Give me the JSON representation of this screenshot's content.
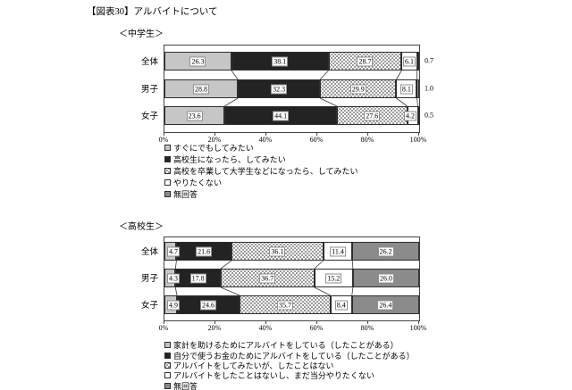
{
  "page": {
    "title": "【図表30】アルバイトについて"
  },
  "palette": {
    "lightgray": "#c6c6c6",
    "black": "#232323",
    "white": "#ffffff",
    "gray": "#8b8b8b",
    "dot": "#7a7a7a"
  },
  "chart_data": [
    {
      "type": "bar",
      "orientation": "horizontal",
      "stacked": true,
      "heading": "＜中学生＞",
      "categories": [
        "全体",
        "男子",
        "女子"
      ],
      "series": [
        {
          "name": "すぐにでもしてみたい",
          "style": "lightgray",
          "values": [
            26.3,
            28.8,
            23.6
          ]
        },
        {
          "name": "高校生になったら、してみたい",
          "style": "black",
          "values": [
            38.1,
            32.3,
            44.1
          ]
        },
        {
          "name": "高校を卒業して大学生などになったら、してみたい",
          "style": "dotted",
          "values": [
            28.7,
            29.9,
            27.6
          ]
        },
        {
          "name": "やりたくない",
          "style": "white",
          "values": [
            6.1,
            8.1,
            4.2
          ]
        },
        {
          "name": "無回答",
          "style": "gray",
          "values": [
            0.7,
            1.0,
            0.5
          ],
          "label_outside": true
        }
      ],
      "x_ticks": [
        "0%",
        "20%",
        "40%",
        "60%",
        "80%",
        "100%"
      ],
      "xlim": [
        0,
        100
      ],
      "legend_position": "bottom-left",
      "grid": false
    },
    {
      "type": "bar",
      "orientation": "horizontal",
      "stacked": true,
      "heading": "＜高校生＞",
      "categories": [
        "全体",
        "男子",
        "女子"
      ],
      "series": [
        {
          "name": "家計を助けるためにアルバイトをしている（したことがある）",
          "style": "lightgray",
          "values": [
            4.7,
            4.3,
            4.9
          ]
        },
        {
          "name": "自分で使うお金のためにアルバイトをしている（したことがある）",
          "style": "black",
          "values": [
            21.6,
            17.8,
            24.6
          ]
        },
        {
          "name": "アルバイトをしてみたいが、したことはない",
          "style": "dotted",
          "values": [
            36.1,
            36.7,
            35.7
          ]
        },
        {
          "name": "アルバイトをしたことはないし、まだ当分やりたくない",
          "style": "white",
          "values": [
            11.4,
            15.2,
            8.4
          ]
        },
        {
          "name": "無回答",
          "style": "gray",
          "values": [
            26.2,
            26.0,
            26.4
          ]
        }
      ],
      "x_ticks": [
        "0%",
        "20%",
        "40%",
        "60%",
        "80%",
        "100%"
      ],
      "xlim": [
        0,
        100
      ],
      "legend_position": "bottom-left",
      "grid": false
    }
  ]
}
